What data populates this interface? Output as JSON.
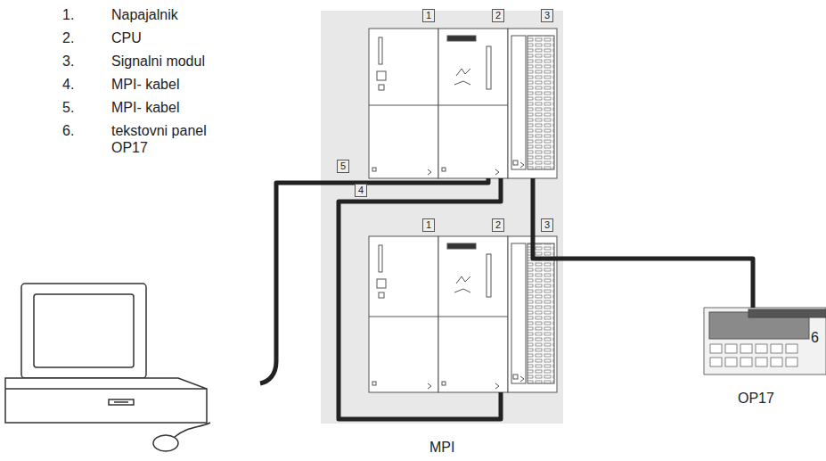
{
  "diagram": {
    "nodes": [
      {
        "text": [
          "MPI"
        ]
      },
      {
        "text": [
          "1"
        ],
        "in": 0
      },
      {
        "text": [
          "2"
        ],
        "in": 0
      },
      {
        "text": [
          "3"
        ],
        "in": 0
      },
      {
        "text": [
          "1"
        ],
        "in": 0
      },
      {
        "text": [
          "2"
        ],
        "in": 0
      },
      {
        "text": [
          "3"
        ],
        "in": 0
      },
      {
        "text": [
          "6",
          "OP17"
        ]
      }
    ],
    "edges": [
      {
        "from": 2,
        "to": 5,
        "label": "4",
        "arrow": "none"
      },
      {
        "from": 3,
        "to": 7,
        "arrow": "none"
      }
    ],
    "labels": [
      "1.",
      "Napajalnik",
      "2.",
      "CPU",
      "3.",
      "Signalni modul",
      "4.",
      "MPI- kabel",
      "5.",
      "MPI- kabel",
      "6.",
      "tekstovni panel OP17",
      "5"
    ]
  }
}
